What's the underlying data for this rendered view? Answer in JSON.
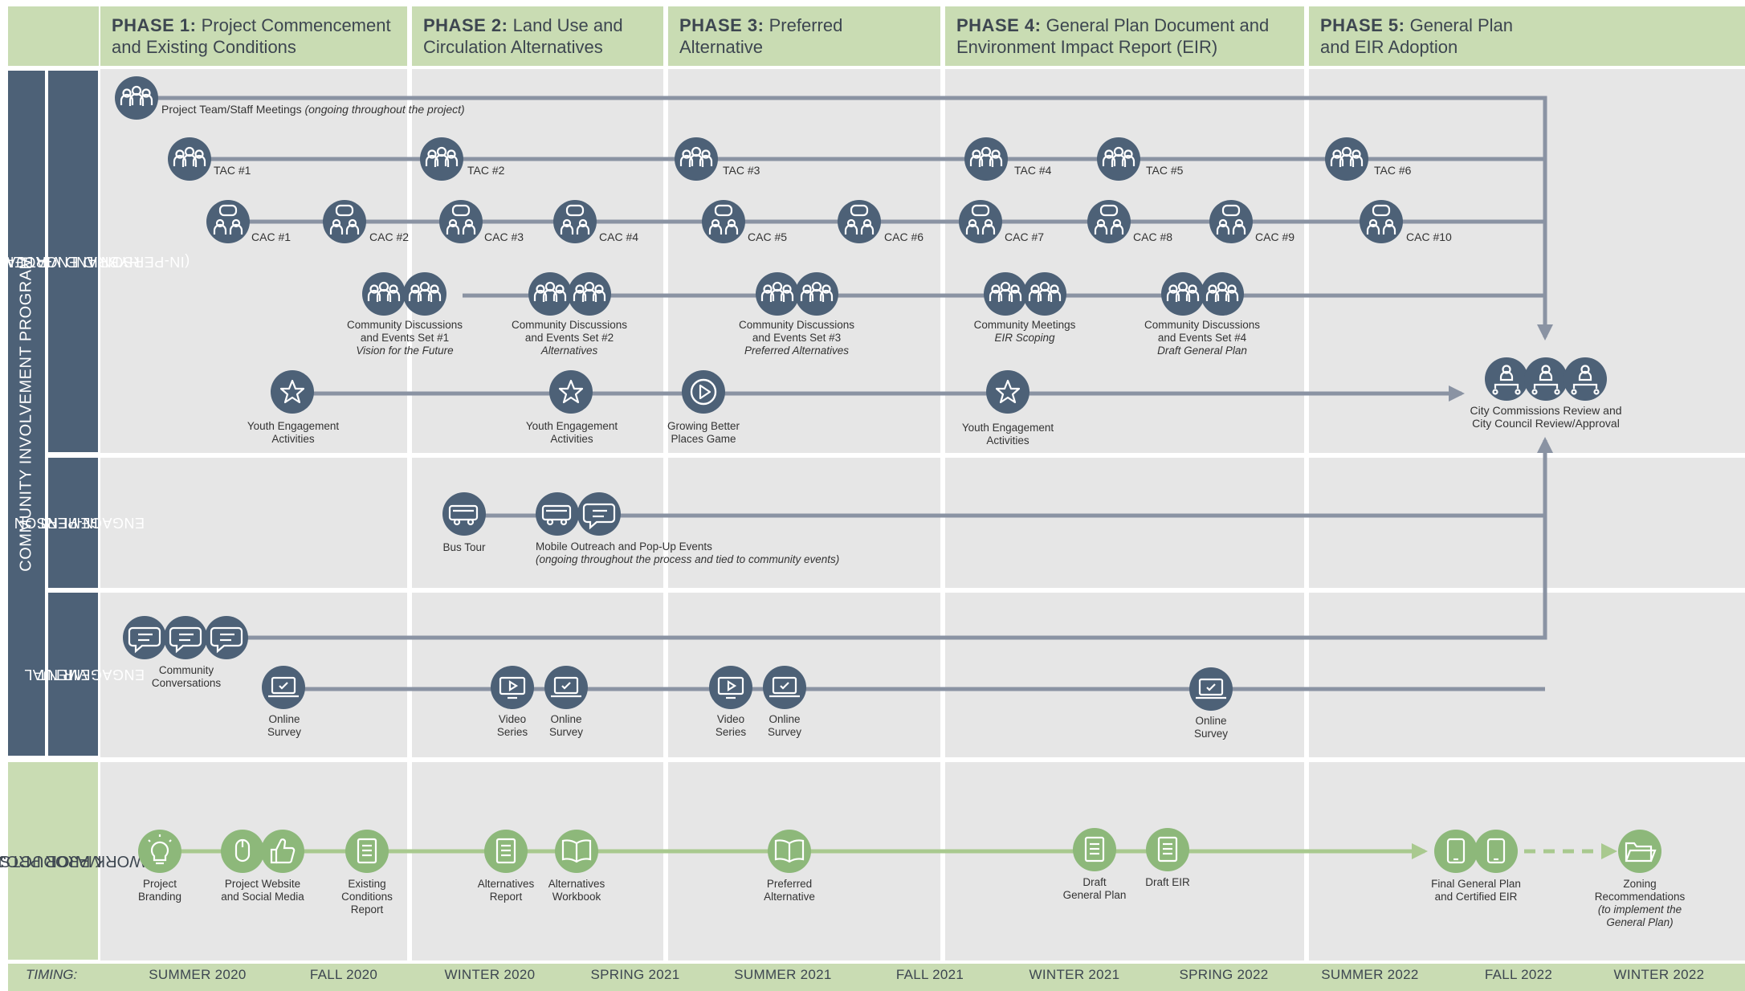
{
  "phases": [
    {
      "bold": "PHASE 1:",
      "line1": "Project Commencement",
      "line2": "and Existing Conditions"
    },
    {
      "bold": "PHASE 2:",
      "line1": "Land Use and",
      "line2": "Circulation Alternatives"
    },
    {
      "bold": "PHASE 3:",
      "line1": "Preferred",
      "line2": "Alternative"
    },
    {
      "bold": "PHASE 4:",
      "line1": "General Plan Document and",
      "line2": "Environment Impact Report (EIR)"
    },
    {
      "bold": "PHASE 5:",
      "line1": "General Plan",
      "line2": "and EIR Adoption"
    }
  ],
  "sections": {
    "program": "COMMUNITY INVOLVEMENT PROGRAM",
    "hybrid_1": "HYBRID ENGAGEMENT",
    "hybrid_2": "(IN-PERSON AND VIRTUAL)",
    "inperson_1": "IN-PERSON",
    "inperson_2": "ENGAGEMENT",
    "virtual_1": "VIRTUAL",
    "virtual_2": "ENGAGEMENT",
    "products_1": "MAJOR PROJECT",
    "products_2": "WORK PRODUCTS"
  },
  "project_team": {
    "label": "Project Team/Staff Meetings",
    "note": "(ongoing throughout the project)"
  },
  "tac": [
    "TAC #1",
    "TAC #2",
    "TAC #3",
    "TAC #4",
    "TAC #5",
    "TAC #6"
  ],
  "cac": [
    "CAC #1",
    "CAC #2",
    "CAC #3",
    "CAC #4",
    "CAC #5",
    "CAC #6",
    "CAC #7",
    "CAC #8",
    "CAC #9",
    "CAC #10"
  ],
  "community_events": [
    {
      "line1": "Community Discussions",
      "line2": "and Events Set #1",
      "sub": "Vision for the Future"
    },
    {
      "line1": "Community Discussions",
      "line2": "and Events Set #2",
      "sub": "Alternatives"
    },
    {
      "line1": "Community Discussions",
      "line2": "and Events Set #3",
      "sub": "Preferred Alternatives"
    },
    {
      "line1": "Community Meetings",
      "line2": "",
      "sub": "EIR Scoping"
    },
    {
      "line1": "Community Discussions",
      "line2": "and Events Set #4",
      "sub": "Draft General Plan"
    }
  ],
  "youth": [
    {
      "line1": "Youth Engagement",
      "line2": "Activities"
    },
    {
      "line1": "Youth Engagement",
      "line2": "Activities"
    },
    {
      "line1": "Growing Better",
      "line2": "Places Game"
    },
    {
      "line1": "Youth Engagement",
      "line2": "Activities"
    }
  ],
  "final_review": {
    "line1": "City Commissions Review and",
    "line2": "City Council Review/Approval"
  },
  "inperson": {
    "bus_tour": "Bus Tour",
    "mobile_label": "Mobile Outreach and Pop-Up Events",
    "mobile_note": "(ongoing throughout the process and tied to community events)"
  },
  "virtual": {
    "conversations_1": "Community",
    "conversations_2": "Conversations",
    "items": [
      {
        "line1": "Online",
        "line2": "Survey"
      },
      {
        "line1": "Video",
        "line2": "Series"
      },
      {
        "line1": "Online",
        "line2": "Survey"
      },
      {
        "line1": "Video",
        "line2": "Series"
      },
      {
        "line1": "Online",
        "line2": "Survey"
      },
      {
        "line1": "Online",
        "line2": "Survey"
      }
    ]
  },
  "products": [
    {
      "line1": "Project",
      "line2": "Branding",
      "line3": ""
    },
    {
      "line1": "Project Website",
      "line2": "and Social Media",
      "line3": ""
    },
    {
      "line1": "Existing",
      "line2": "Conditions",
      "line3": "Report"
    },
    {
      "line1": "Alternatives",
      "line2": "Report",
      "line3": ""
    },
    {
      "line1": "Alternatives",
      "line2": "Workbook",
      "line3": ""
    },
    {
      "line1": "Preferred",
      "line2": "Alternative",
      "line3": ""
    },
    {
      "line1": "Draft",
      "line2": "General Plan",
      "line3": ""
    },
    {
      "line1": "Draft EIR",
      "line2": "",
      "line3": ""
    },
    {
      "line1": "Final General Plan",
      "line2": "and Certified EIR",
      "line3": ""
    },
    {
      "line1": "Zoning",
      "line2": "Recommendations",
      "line3": "(to implement the",
      "line4": "General Plan)"
    }
  ],
  "timing": {
    "label": "TIMING:",
    "seasons": [
      "SUMMER 2020",
      "FALL 2020",
      "WINTER 2020",
      "SPRING 2021",
      "SUMMER 2021",
      "FALL 2021",
      "WINTER 2021",
      "SPRING 2022",
      "SUMMER 2022",
      "FALL 2022",
      "WINTER 2022"
    ]
  },
  "colors": {
    "navy": "#4d6177",
    "green": "#8db87a",
    "light_green": "#c9dcb3",
    "gray_bg": "#e6e6e6",
    "line": "#8a93a3"
  }
}
